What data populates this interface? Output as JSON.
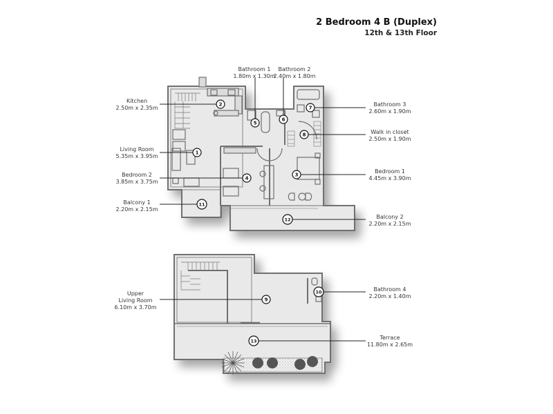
{
  "header": {
    "title": "2 Bedroom 4 B (Duplex)",
    "subtitle": "12th & 13th  Floor"
  },
  "rooms": [
    {
      "id": 1,
      "name": "Living Room",
      "size": "5.35m x 3.95m"
    },
    {
      "id": 2,
      "name": "Kitchen",
      "size": "2.50m x 2.35m"
    },
    {
      "id": 3,
      "name": "Bedroom 1",
      "size": "4.45m x 3.90m"
    },
    {
      "id": 4,
      "name": "Bedroom 2",
      "size": "3.85m x 3.75m"
    },
    {
      "id": 5,
      "name": "Bathroom 1",
      "size": "1.80m x 1.30m"
    },
    {
      "id": 6,
      "name": "Bathroom 2",
      "size": "2.40m x 1.80m"
    },
    {
      "id": 7,
      "name": "Bathroom 3",
      "size": "2.60m x 1.90m"
    },
    {
      "id": 8,
      "name": "Walk in closet",
      "size": "2.50m x 1.90m"
    },
    {
      "id": 9,
      "name_line1": "Upper",
      "name": "Living Room",
      "size": "6.10m x 3.70m"
    },
    {
      "id": 10,
      "name": "Bathroom 4",
      "size": "2.20m x 1.40m"
    },
    {
      "id": 11,
      "name": "Balcony 1",
      "size": "2.20m x 2.15m"
    },
    {
      "id": 12,
      "name": "Balcony 2",
      "size": "2.20m x 2.15m"
    },
    {
      "id": 13,
      "name": "Terrace",
      "size": "11.80m x 2.65m"
    }
  ],
  "markers": {
    "m1": "1",
    "m2": "2",
    "m3": "3",
    "m4": "4",
    "m5": "5",
    "m6": "6",
    "m7": "7",
    "m8": "8",
    "m9": "9",
    "m10": "10",
    "m11": "11",
    "m12": "12",
    "m13": "13"
  },
  "colors": {
    "wall": "#6f6f6f",
    "floor": "#e9e9e9",
    "leader": "#222222",
    "plant": "#555555"
  }
}
